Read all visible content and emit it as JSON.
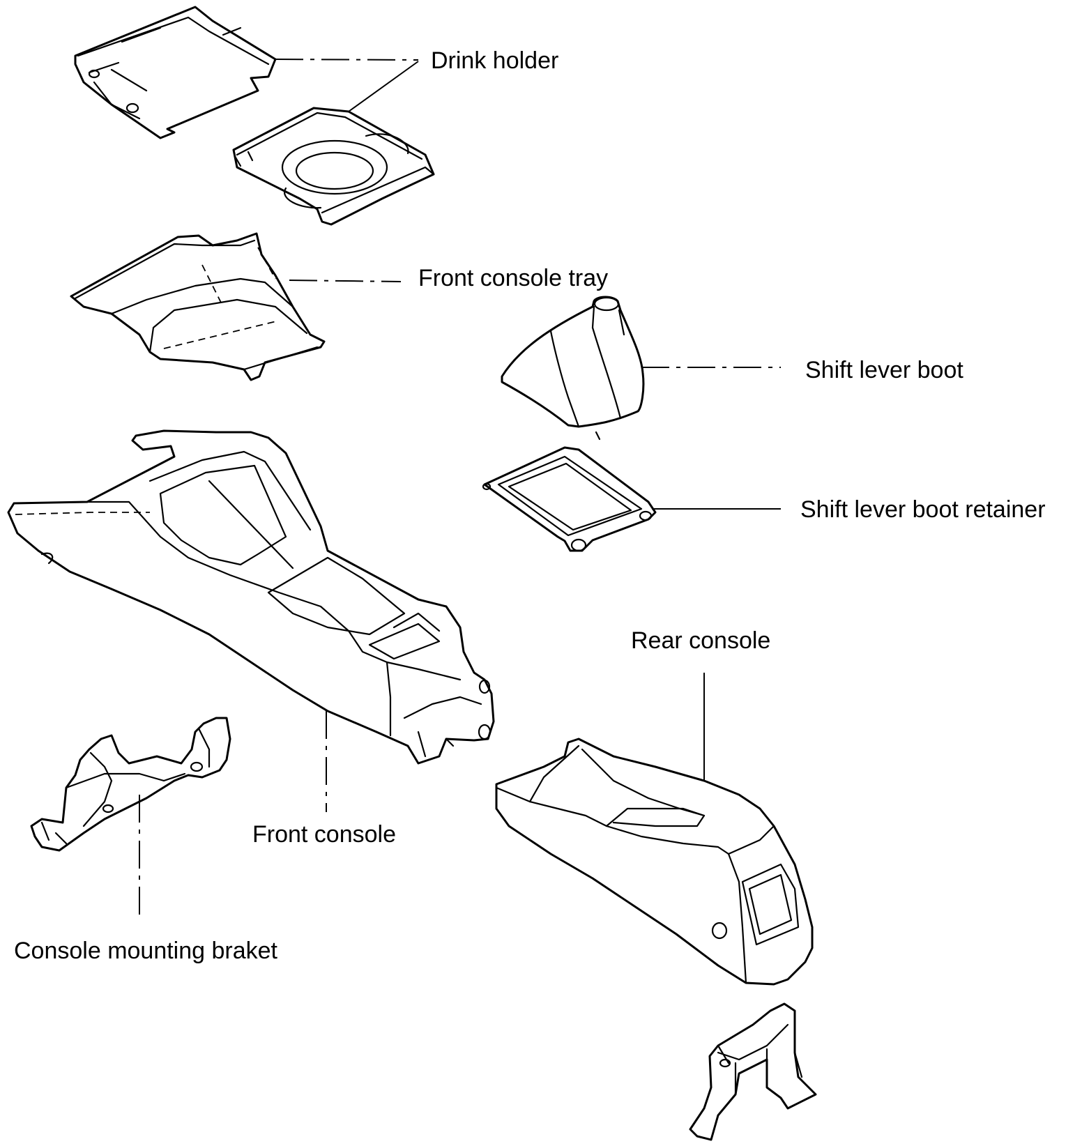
{
  "labels": {
    "drink_holder": "Drink  holder",
    "front_console_tray": "Front console tray",
    "shift_lever_boot": "Shift lever boot",
    "shift_lever_boot_retainer": "Shift lever boot retainer",
    "rear_console": "Rear console",
    "front_console": "Front console",
    "console_mounting_braket": "Console mounting braket"
  }
}
